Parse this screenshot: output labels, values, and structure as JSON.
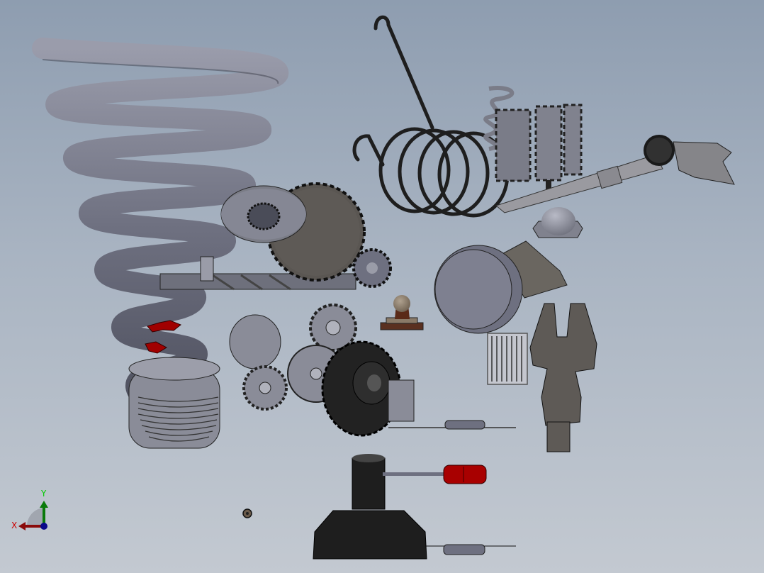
{
  "viewport": {
    "type": "3d-cad-graphics-area",
    "background_top": "#8e9db0",
    "background_bottom": "#c3c9d1"
  },
  "triad": {
    "x_label": "X",
    "y_label": "Y",
    "x_color": "#cc0000",
    "y_color": "#00cc00",
    "z_color": "#0000aa"
  },
  "parts": [
    {
      "name": "large-coil-spring",
      "color": "#6e7080"
    },
    {
      "name": "torsion-spring-black",
      "color": "#1e1e1e"
    },
    {
      "name": "small-spring",
      "color": "#7a7c88"
    },
    {
      "name": "spur-gear-large",
      "color": "#5a5652"
    },
    {
      "name": "washer-splined",
      "color": "#7a7c86"
    },
    {
      "name": "drill-bit",
      "color": "#6a6c76"
    },
    {
      "name": "gear-cluster",
      "color": "#808290"
    },
    {
      "name": "bevel-gear-black",
      "color": "#222222"
    },
    {
      "name": "knob-ball",
      "color": "#8a7a68"
    },
    {
      "name": "hammer",
      "color": "#808080"
    },
    {
      "name": "acorn-nut",
      "color": "#808390"
    },
    {
      "name": "piston",
      "color": "#6e7080"
    },
    {
      "name": "fork-clevis",
      "color": "#5e5a56"
    },
    {
      "name": "screwdriver-red",
      "color": "#b00000"
    },
    {
      "name": "screwdriver-gray",
      "color": "#6e7080"
    },
    {
      "name": "t-handle-black",
      "color": "#1e1e1e"
    },
    {
      "name": "threaded-cylinder",
      "color": "#7a7c86"
    },
    {
      "name": "small-nut",
      "color": "#5a4a3a"
    }
  ]
}
